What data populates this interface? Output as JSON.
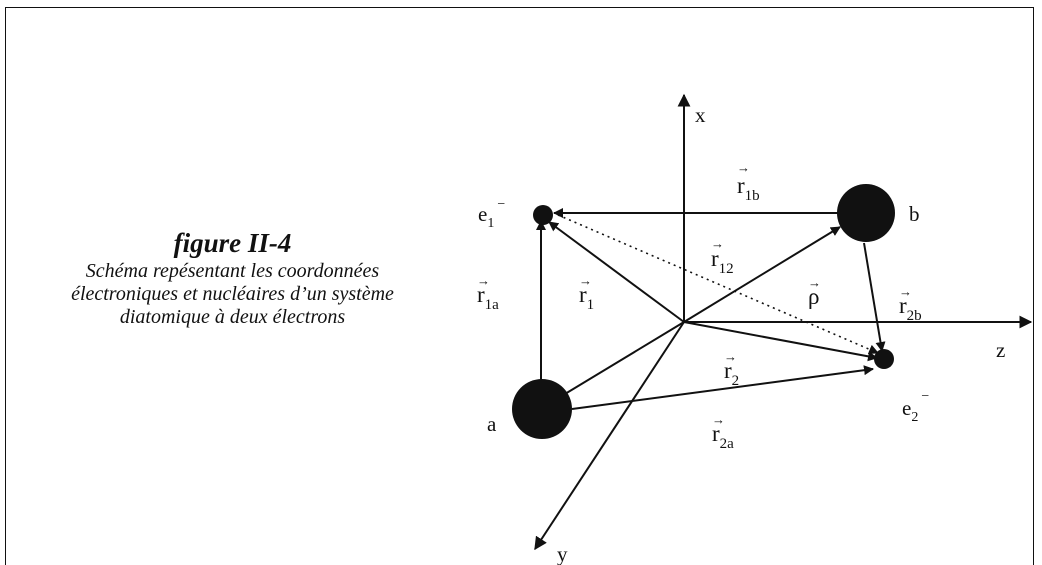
{
  "caption": {
    "title": "figure II-4",
    "body": "Schéma repésentant les coordonnées électroniques et nucléaires d’un système diatomique à deux électrons"
  },
  "axes": {
    "x": "x",
    "y": "y",
    "z": "z"
  },
  "nuclei": {
    "a": "a",
    "b": "b"
  },
  "electrons": {
    "e1": {
      "base": "e",
      "sub": "1",
      "sup": "−"
    },
    "e2": {
      "base": "e",
      "sub": "2",
      "sup": "−"
    }
  },
  "vectors": {
    "r1a": {
      "base": "r",
      "sub": "1a"
    },
    "r1b": {
      "base": "r",
      "sub": "1b"
    },
    "r1": {
      "base": "r",
      "sub": "1"
    },
    "r12": {
      "base": "r",
      "sub": "12"
    },
    "rho": {
      "base": "ρ",
      "sub": ""
    },
    "r2b": {
      "base": "r",
      "sub": "2b"
    },
    "r2": {
      "base": "r",
      "sub": "2"
    },
    "r2a": {
      "base": "r",
      "sub": "2a"
    }
  },
  "colors": {
    "ink": "#111111",
    "paper": "#ffffff"
  }
}
